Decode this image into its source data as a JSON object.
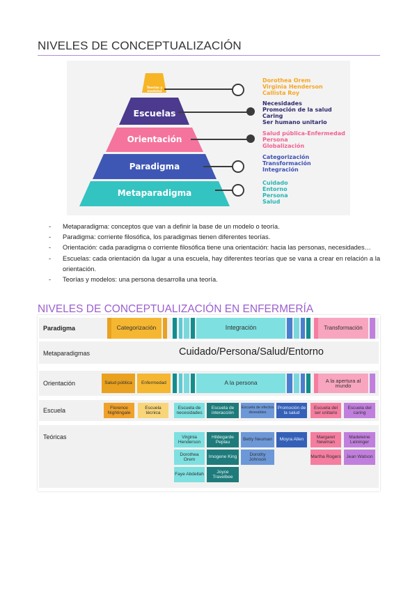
{
  "heading1": "NIVELES DE CONCEPTUALIZACIÓN",
  "pyramid": {
    "levels": {
      "top": "Teorías y modelos",
      "escuelas": "Escuelas",
      "orientacion": "Orientación",
      "paradigma": "Paradigma",
      "metaparadigma": "Metaparadigma"
    },
    "groups": {
      "teorias": [
        "Dorothea Orem",
        "Virginia Henderson",
        "Callista Roy"
      ],
      "escuelas": [
        "Necesidades",
        "Promoción de la salud",
        "Caring",
        "Ser humano unitario"
      ],
      "orientacion": [
        "Salud pública-Enfermedad",
        "Persona",
        "Globalización"
      ],
      "paradigma": [
        "Categorización",
        "Transformación",
        "Integración"
      ],
      "metaparadigma": [
        "Cuidado",
        "Entorno",
        "Persona",
        "Salud"
      ]
    },
    "colors": {
      "top": "#f7b526",
      "escuelas": "#4b3a8e",
      "orientacion": "#f4749e",
      "paradigma": "#3f57b4",
      "metaparadigma": "#33c3c1"
    }
  },
  "bullets": [
    "Metaparadigma: conceptos que van a definir la base de un modelo o teoría.",
    "Paradigma: corriente filosófica, los paradigmas tienen diferentes teorías.",
    "Orientación: cada paradigma o corriente filosófica tiene una orientación: hacia las personas, necesidades…",
    "Escuelas: cada orientación da lugar a una escuela, hay diferentes teorías que se vana a crear en relación a la orientación.",
    "Teorías y modelos: una persona desarrolla una teoría."
  ],
  "heading2": "NIVELES DE CONCEPTUALIZACIÓN EN ENFERMERÍA",
  "table": {
    "labels": {
      "paradigma": "Paradigma",
      "metaparadigmas": "Metaparadigmas",
      "orientacion": "Orientación",
      "escuela": "Escuela",
      "teoricas": "Teóricas"
    },
    "paradigma": {
      "categorizacion": "Categorización",
      "integracion": "Integración",
      "transformacion": "Transformación"
    },
    "metaparadigmas": "Cuidado/Persona/Salud/Entorno",
    "orientacion": {
      "salud_publica": "Salud pública",
      "enfermedad": "Enfermedad",
      "persona": "A la persona",
      "mundo": "A la apertura al mundo"
    },
    "escuela": {
      "nightingale": "Florence Nightingale",
      "tecnica": "Escuela técnica",
      "necesidades": "Escuela de necesidades",
      "interaccion": "Escuela de interacción",
      "efectos": "Escuela de efectos deseables",
      "promocion": "Promoción de la salud",
      "unitario": "Escuela del ser unitario",
      "caring": "Escuela del caring"
    },
    "teoricas": {
      "henderson": "Virginia Henderson",
      "orem": "Dorothea Orem",
      "abdellah": "Faye Abdellah",
      "peplau": "Hildegarde Peplau",
      "king": "Imogene King",
      "travelbee": "Joyce Travelbee",
      "neuman": "Betty Neuman",
      "johnson": "Dorothy Johnson",
      "allen": "Moyra Allen",
      "newman": "Margaret Newman",
      "rogers": "Martha Rogers",
      "leininger": "Madeleine Leininger",
      "watson": "Jean Watson"
    }
  }
}
